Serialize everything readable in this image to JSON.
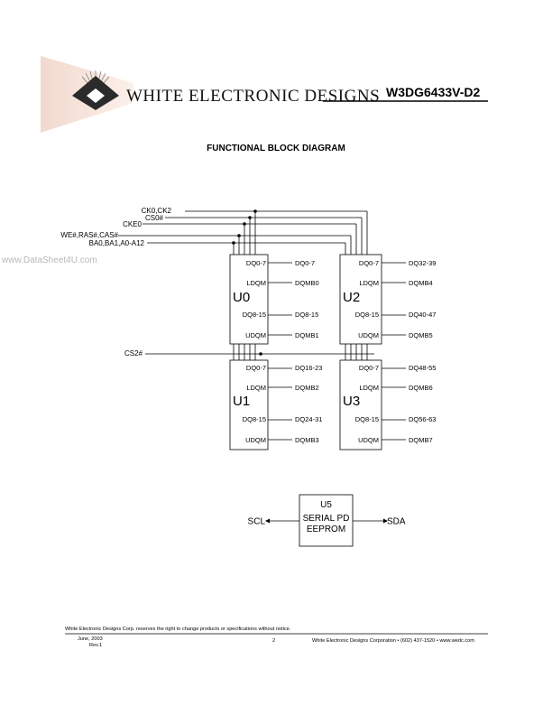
{
  "header": {
    "company_name": "WHITE ELECTRONIC DESIGNS",
    "part_number": "W3DG6433V-D2"
  },
  "watermark": "www.DataSheet4U.com",
  "diagram": {
    "title": "FUNCTIONAL BLOCK DIAGRAM",
    "control_signals": [
      "CK0,CK2",
      "CS0#",
      "CKE0",
      "WE#,RAS#,CAS#",
      "BA0,BA1,A0-A12"
    ],
    "cs2_signal": "CS2#",
    "chips": [
      {
        "name": "U0",
        "pins": [
          "DQ0-7",
          "LDQM",
          "DQ8-15",
          "UDQM"
        ],
        "outputs": [
          "DQ0-7",
          "DQMB0",
          "DQ8-15",
          "DQMB1"
        ]
      },
      {
        "name": "U2",
        "pins": [
          "DQ0-7",
          "LDQM",
          "DQ8-15",
          "UDQM"
        ],
        "outputs": [
          "DQ32-39",
          "DQMB4",
          "DQ40-47",
          "DQMB5"
        ]
      },
      {
        "name": "U1",
        "pins": [
          "DQ0-7",
          "LDQM",
          "DQ8-15",
          "UDQM"
        ],
        "outputs": [
          "DQ16-23",
          "DQMB2",
          "DQ24-31",
          "DQMB3"
        ]
      },
      {
        "name": "U3",
        "pins": [
          "DQ0-7",
          "LDQM",
          "DQ8-15",
          "UDQM"
        ],
        "outputs": [
          "DQ48-55",
          "DQMB6",
          "DQ56-63",
          "DQMB7"
        ]
      }
    ],
    "eeprom": {
      "lines": [
        "U5",
        "SERIAL PD",
        "EEPROM"
      ],
      "left_signal": "SCL",
      "right_signal": "SDA"
    }
  },
  "footer": {
    "note": "White Electronic Designs Corp. reserves the right to change products or specifications without notice.",
    "date": "June, 2003",
    "revision": "Rev.1",
    "page_number": "2",
    "corporation": "White Electronic Designs Corporation • (602) 437-1520 • www.wedc.com"
  }
}
